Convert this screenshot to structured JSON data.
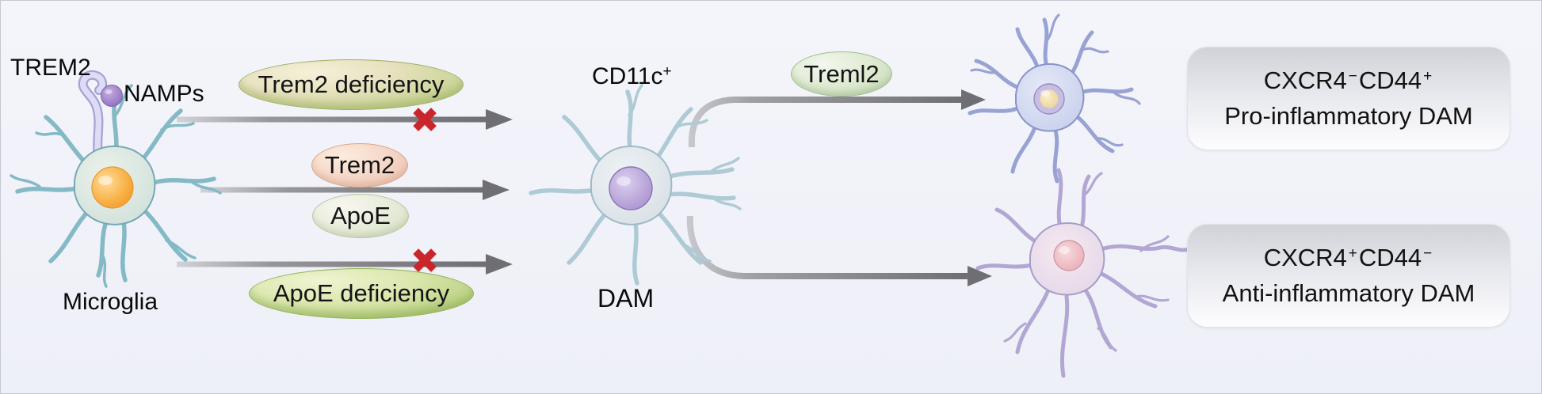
{
  "figure": {
    "labels": {
      "trem2_receptor": "TREM2",
      "namps": "NAMPs",
      "microglia": "Microglia",
      "cd11c_base": "CD11c",
      "cd11c_sup": "+",
      "dam": "DAM"
    },
    "ovals": {
      "trem2_deficiency": "Trem2 deficiency",
      "trem2": "Trem2",
      "apoe": "ApoE",
      "apoe_deficiency": "ApoE deficiency",
      "treml2": "Treml2"
    },
    "boxes": {
      "pro": {
        "marker1": "CXCR4",
        "sign1": "−",
        "marker2": "CD44",
        "sign2": "+",
        "subtitle": "Pro-inflammatory DAM"
      },
      "anti": {
        "marker1": "CXCR4",
        "sign1": "+",
        "marker2": "CD44",
        "sign2": "−",
        "subtitle": "Anti-inflammatory DAM"
      }
    },
    "symbols": {
      "blocked_cross": "✖"
    },
    "colors": {
      "background": "#f1f2f9",
      "arrow_gray": "#6f6f73",
      "blocked_red": "#c9252b",
      "deficiency_oval_green": "#b6cf7e",
      "trem2_oval_pink": "#f4d5c5",
      "apoe_oval_pale": "#e6ebd8",
      "treml2_oval_green": "#dce9cf",
      "box_gradient_top": "#d1d2d9",
      "box_gradient_bottom": "#fdfdfe",
      "microglia_teal": "#84b9c6",
      "microglia_nucleus_orange": "#f8ab3c",
      "dam_nucleus_purple": "#ab92d0",
      "pro_cell_blue": "#98a3d4",
      "anti_cell_lavender": "#b2a7d4",
      "receptor_lavender": "#dedcf5",
      "namps_ball_purple": "#8b6cbc"
    }
  }
}
